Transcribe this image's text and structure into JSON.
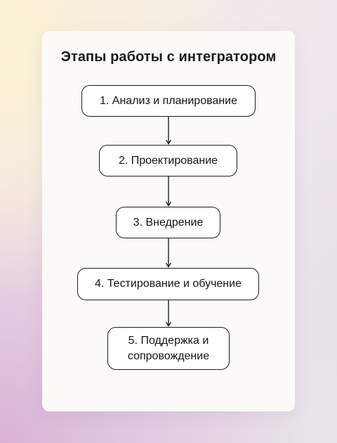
{
  "diagram": {
    "title": "Этапы работы с интегратором",
    "steps": [
      {
        "label": "1. Анализ и планирование"
      },
      {
        "label": "2. Проектирование"
      },
      {
        "label": "3. Внедрение"
      },
      {
        "label": "4. Тестирование и обучение"
      },
      {
        "label": "5. Поддержка и\nсопровождение"
      }
    ],
    "edges": [
      {
        "from": 1,
        "to": 2
      },
      {
        "from": 2,
        "to": 3
      },
      {
        "from": 3,
        "to": 4
      },
      {
        "from": 4,
        "to": 5
      }
    ]
  }
}
